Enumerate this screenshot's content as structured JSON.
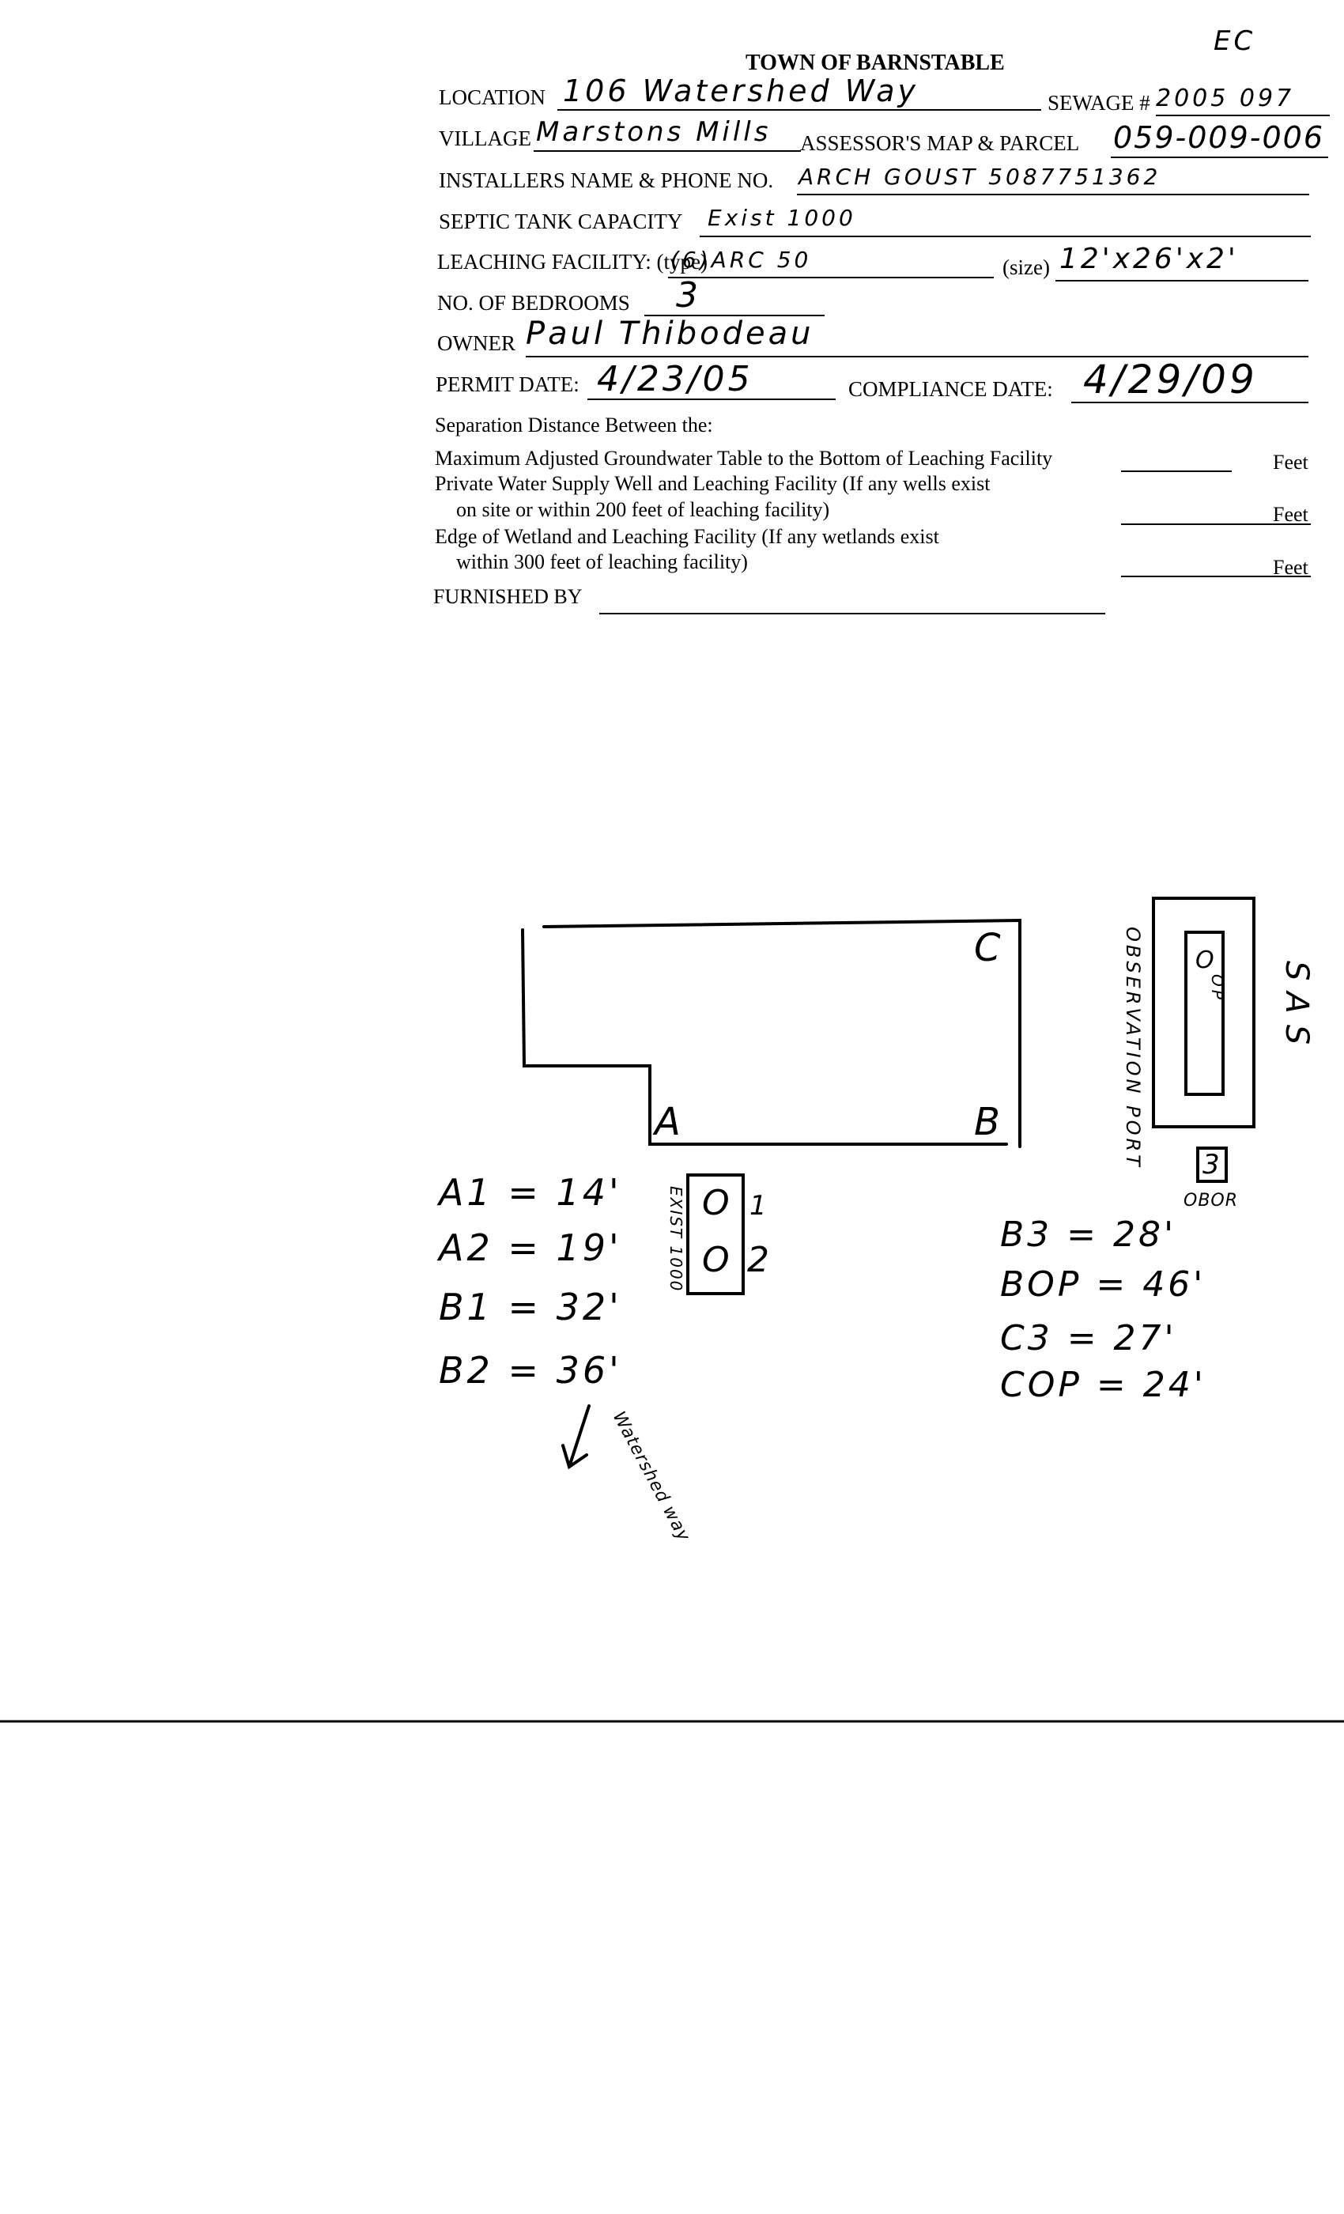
{
  "header": {
    "initials": "EC",
    "title": "TOWN OF BARNSTABLE"
  },
  "form": {
    "location_label": "LOCATION",
    "location_value": "106 Watershed Way",
    "sewage_label": "SEWAGE #",
    "sewage_value": "2005 097",
    "village_label": "VILLAGE",
    "village_value": "Marstons Mills",
    "assessor_label": "ASSESSOR'S MAP & PARCEL",
    "assessor_value": "059-009-006",
    "installer_label": "INSTALLERS NAME & PHONE NO.",
    "installer_value": "ARCH GOUST  5087751362",
    "septic_label": "SEPTIC TANK CAPACITY",
    "septic_value": "Exist  1000",
    "leaching_label": "LEACHING FACILITY: (type)",
    "leaching_type_value": "(6)ARC 50",
    "leaching_size_label": "(size)",
    "leaching_size_value": "12'x26'x2'",
    "bedrooms_label": "NO. OF BEDROOMS",
    "bedrooms_value": "3",
    "owner_label": "OWNER",
    "owner_value": "Paul Thibodeau",
    "permit_date_label": "PERMIT DATE:",
    "permit_date_value": "4/23/05",
    "compliance_date_label": "COMPLIANCE DATE:",
    "compliance_date_value": "4/29/09",
    "separation_heading": "Separation Distance Between the:",
    "sep1": "Maximum Adjusted Groundwater Table to the Bottom of Leaching Facility",
    "sep2a": "Private Water Supply Well and Leaching Facility (If any wells exist",
    "sep2b": "on site or within 200 feet of leaching facility)",
    "sep3a": "Edge of Wetland and Leaching Facility (If any wetlands exist",
    "sep3b": "within 300 feet of leaching facility)",
    "feet": "Feet",
    "furnished_label": "FURNISHED BY"
  },
  "sketch": {
    "corner_a": "A",
    "corner_b": "B",
    "corner_c": "C",
    "observation_port": "OBSERVATION PORT",
    "sas": "SAS",
    "op_circle": "O",
    "op": "OP",
    "boring_number": "3",
    "boring_label": "OBOR",
    "tank_label": "EXIST 1000",
    "tank_circle_1": "O",
    "tank_circle_2": "O",
    "tank_num_1": "1",
    "tank_num_2": "2",
    "street": "Watershed way",
    "left_measurements": [
      "A1 = 14'",
      "A2 = 19'",
      "B1 = 32'",
      "B2 = 36'"
    ],
    "right_measurements": [
      "B3 = 28'",
      "BOP = 46'",
      "C3 = 27'",
      "COP = 24'"
    ]
  }
}
